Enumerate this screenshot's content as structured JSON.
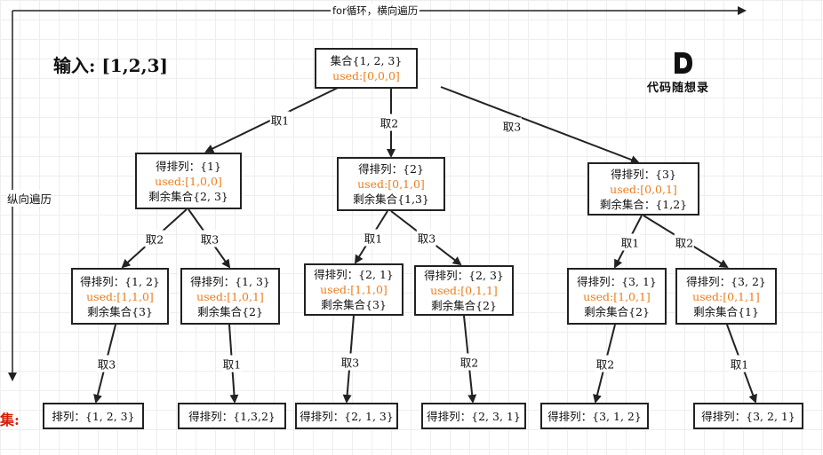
{
  "header": {
    "horizontal_label": "for循环，横向遍历",
    "vertical_label": "纵向遍历",
    "input_label": "输入: [1,2,3]",
    "result_label": "集:"
  },
  "logo": {
    "text": "代码随想录"
  },
  "colors": {
    "used": "#ee7d1b",
    "result_label": "#d81e06"
  },
  "tree": {
    "root": {
      "line1": "集合{1, 2, 3}",
      "used": "used:[0,0,0]"
    },
    "level1": [
      {
        "edge": "取1",
        "line1": "得排列：{1}",
        "used": "used:[1,0,0]",
        "line3": "剩余集合{2, 3}"
      },
      {
        "edge": "取2",
        "line1": "得排列：{2}",
        "used": "used:[0,1,0]",
        "line3": "剩余集合{1,3}"
      },
      {
        "edge": "取3",
        "line1": "得排列：{3}",
        "used": "used:[0,0,1]",
        "line3": "剩余集合：{1,2}"
      }
    ],
    "level2": [
      {
        "edge": "取2",
        "line1": "得排列：{1, 2}",
        "used": "used:[1,1,0]",
        "line3": "剩余集合{3}"
      },
      {
        "edge": "取3",
        "line1": "得排列：{1, 3}",
        "used": "used:[1,0,1]",
        "line3": "剩余集合{2}"
      },
      {
        "edge": "取1",
        "line1": "得排列：{2, 1}",
        "used": "used:[1,1,0]",
        "line3": "剩余集合{3}"
      },
      {
        "edge": "取3",
        "line1": "得排列：{2, 3}",
        "used": "used:[0,1,1]",
        "line3": "剩余集合{2}"
      },
      {
        "edge": "取1",
        "line1": "得排列：{3, 1}",
        "used": "used:[1,0,1]",
        "line3": "剩余集合{2}"
      },
      {
        "edge": "取2",
        "line1": "得排列：{3, 2}",
        "used": "used:[0,1,1]",
        "line3": "剩余集合{1}"
      }
    ],
    "leaves": [
      {
        "edge": "取3",
        "text": "排列：{1, 2, 3}"
      },
      {
        "edge": "取1",
        "text": "得排列：{1,3,2}"
      },
      {
        "edge": "取3",
        "text": "得排列：{2, 1, 3}"
      },
      {
        "edge": "取2",
        "text": "得排列：{2, 3, 1}"
      },
      {
        "edge": "取2",
        "text": "得排列：{3, 1, 2}"
      },
      {
        "edge": "取1",
        "text": "得排列：{3, 2, 1}"
      }
    ]
  }
}
